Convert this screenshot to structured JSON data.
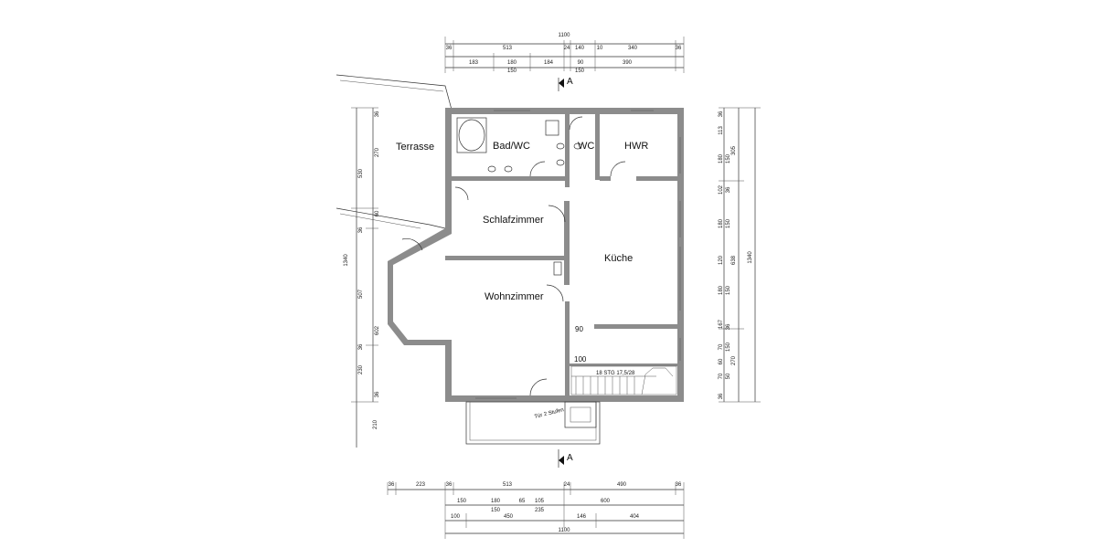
{
  "rooms": {
    "terrasse": "Terrasse",
    "bad": "Bad/WC",
    "wc": "WC",
    "hwr": "HWR",
    "schlafzimmer": "Schlafzimmer",
    "kueche": "Küche",
    "wohnzimmer": "Wohnzimmer"
  },
  "labels": {
    "section_top": "A",
    "section_bottom": "A",
    "stair": "18 STG 17,5/28",
    "dim_90": "90",
    "dim_100": "100",
    "handwriting": "Tür 2 Stufen"
  },
  "top_dims": {
    "total": "1100",
    "r1": [
      "36",
      "513",
      "24",
      "140",
      "10",
      "340",
      "36"
    ],
    "r2": [
      "183",
      "180",
      "184",
      "90",
      "390"
    ],
    "r3": [
      "150",
      "150"
    ]
  },
  "bottom_dims": {
    "r1": [
      "36",
      "223",
      "36",
      "513",
      "24",
      "490",
      "36"
    ],
    "r2": [
      "150",
      "180",
      "65",
      "105",
      "600"
    ],
    "r3": [
      "150",
      "235"
    ],
    "r4": [
      "100",
      "450",
      "146",
      "404"
    ],
    "total": "1100"
  },
  "left_dims": {
    "outer": [
      "530",
      "1340",
      "210"
    ],
    "inner": [
      "36",
      "270",
      "60",
      "36",
      "507",
      "602",
      "36",
      "230",
      "36"
    ]
  },
  "right_dims": {
    "outer": [
      "1340"
    ],
    "mid": [
      "305",
      "638",
      "270"
    ],
    "inner": [
      "36",
      "113",
      "180",
      "150",
      "102",
      "36",
      "180",
      "150",
      "120",
      "150",
      "180",
      "167",
      "36",
      "70",
      "150",
      "60",
      "70",
      "50",
      "36"
    ]
  }
}
